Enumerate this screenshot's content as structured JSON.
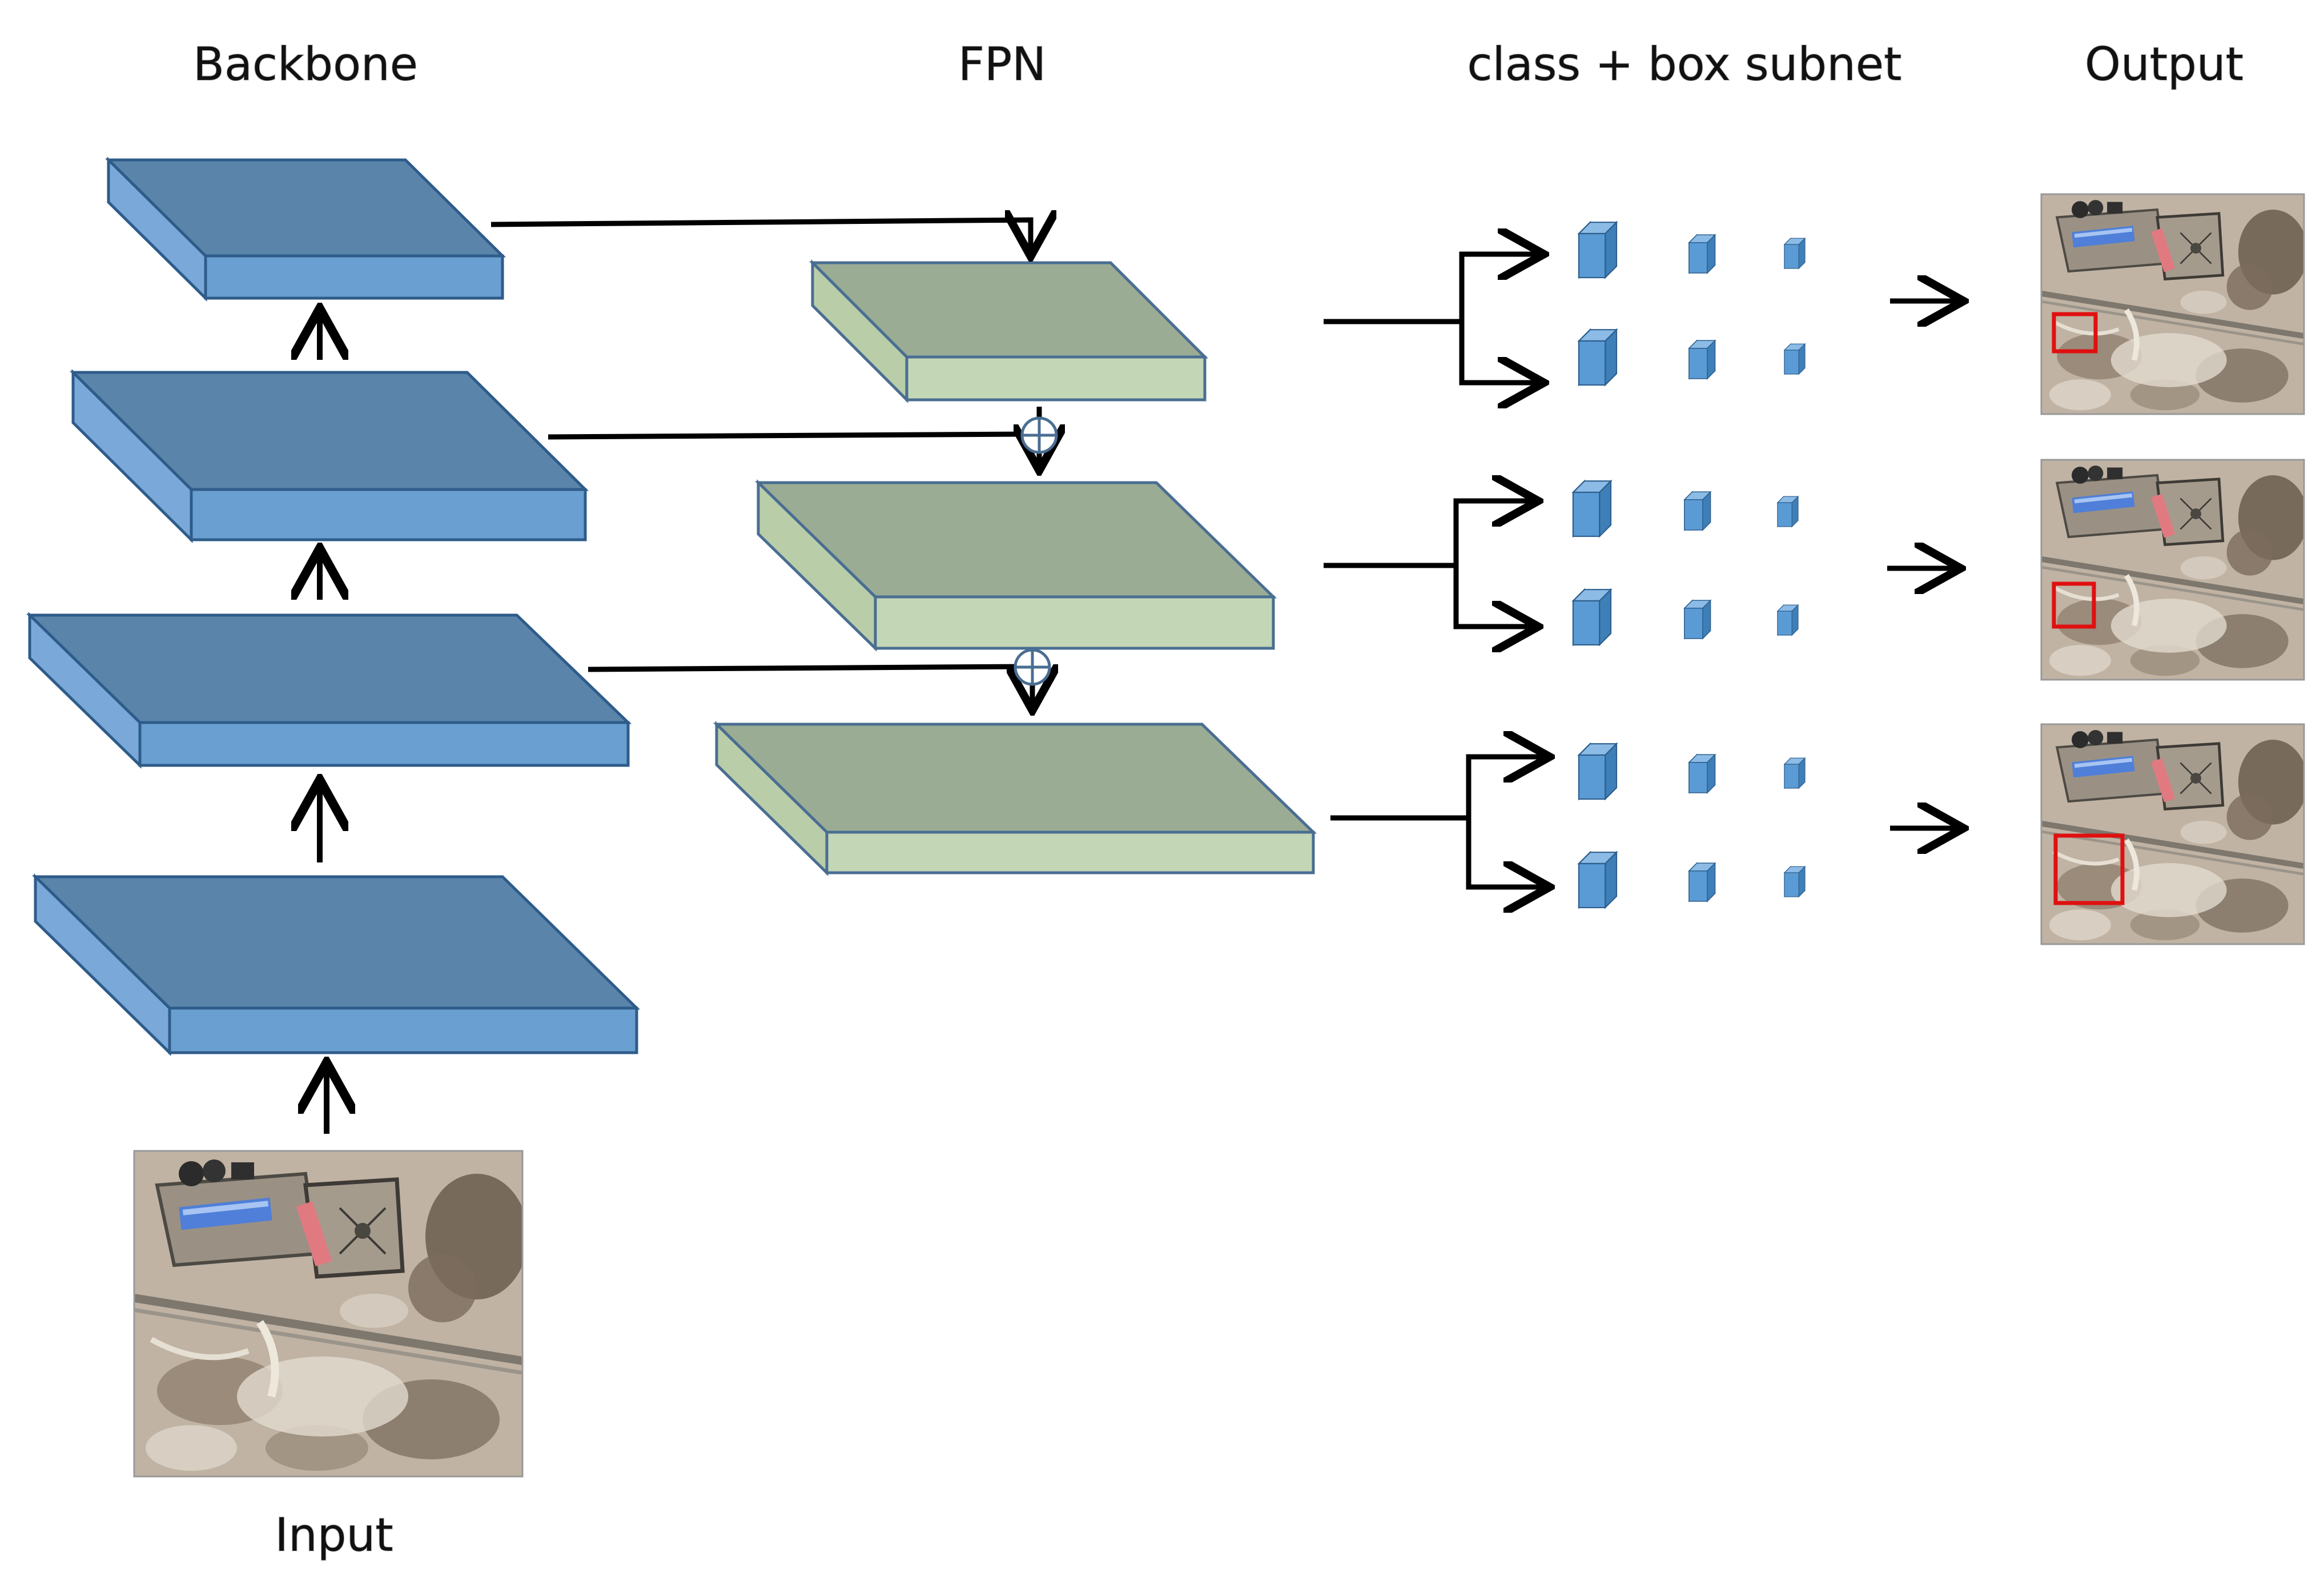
{
  "labels": {
    "backbone": "Backbone",
    "fpn": "FPN",
    "subnet": "class + box subnet",
    "output": "Output",
    "input": "Input"
  },
  "colors": {
    "backbone_top": "#5b84aa",
    "backbone_front": "#6a9fd1",
    "backbone_side": "#7aa8d8",
    "backbone_stroke": "#2e5c8a",
    "fpn_top": "#9bac94",
    "fpn_front": "#c3d6b6",
    "fpn_side": "#b9cda9",
    "fpn_stroke": "#4a6e92",
    "cube_front": "#5b9bd5",
    "cube_top": "#8cbce6",
    "cube_side": "#3f7fb8",
    "arrow": "#000000",
    "detection_box": "#e01010"
  },
  "icons": {
    "sum_node": "circle-plus-icon",
    "arrow": "arrow-icon",
    "aerial_image": "aerial-photo-icon"
  }
}
